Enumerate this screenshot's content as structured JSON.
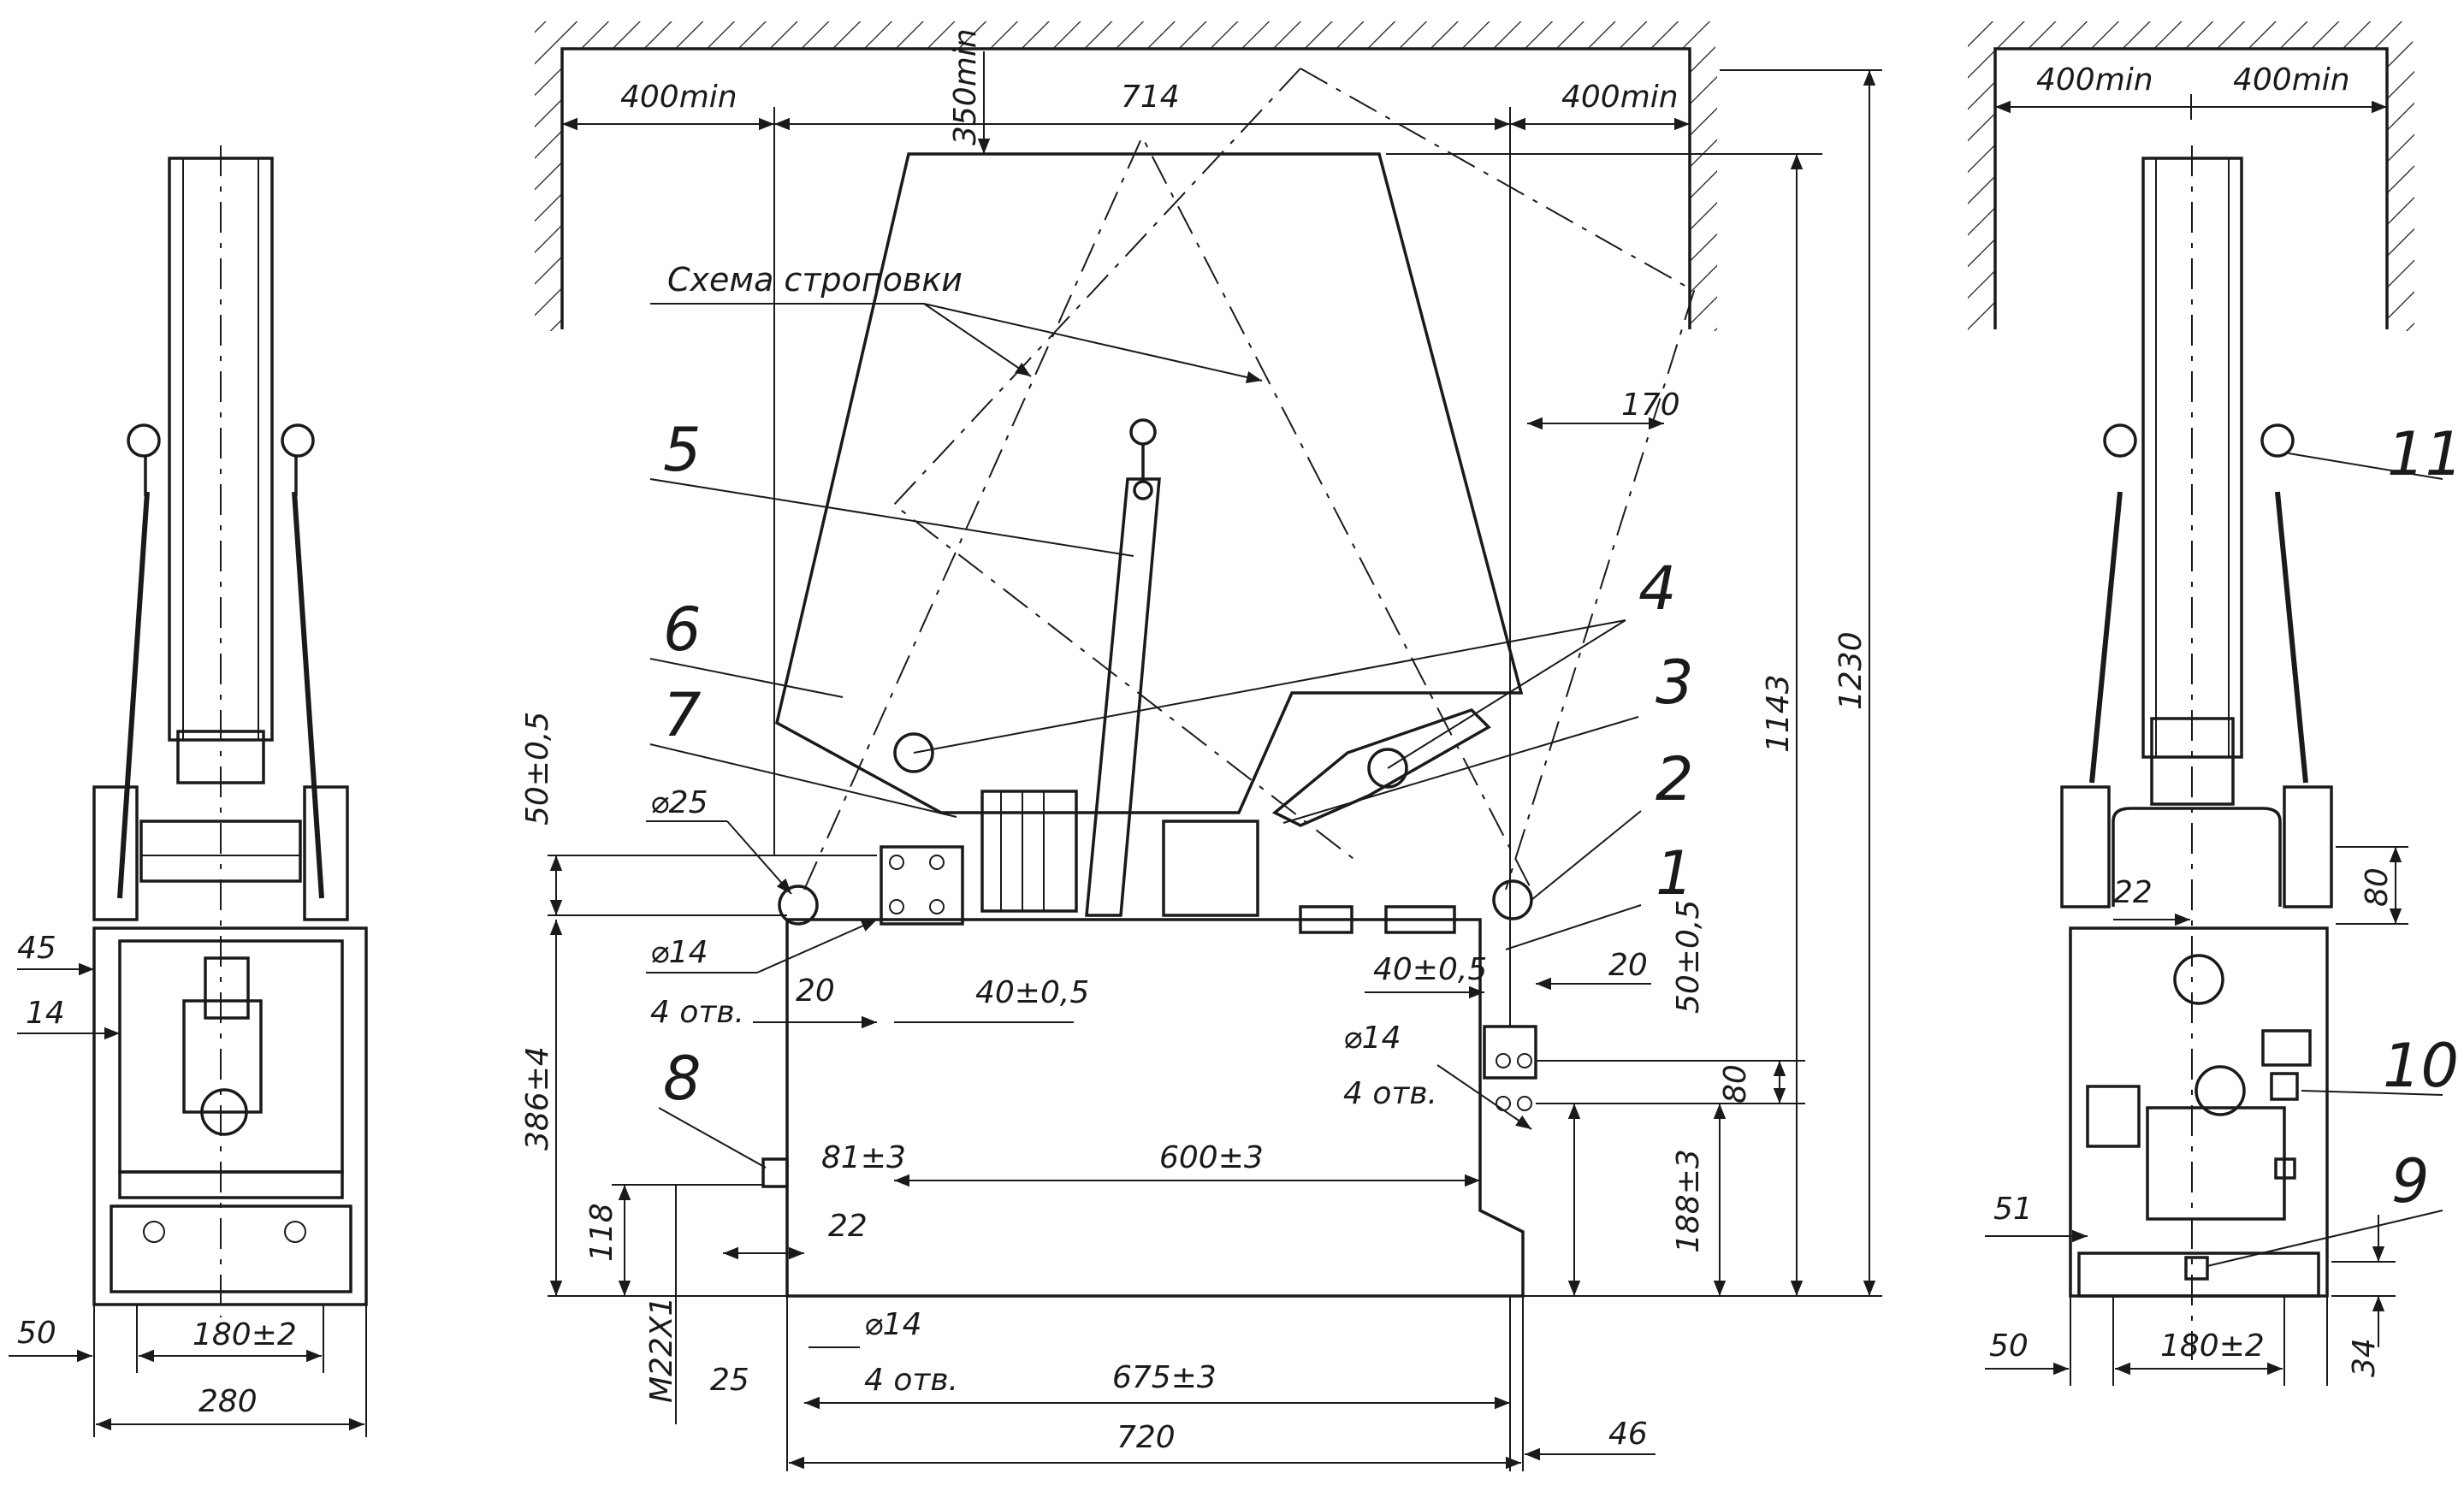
{
  "views": {
    "left": {
      "dims": {
        "d45": "45",
        "d14": "14",
        "d50": "50",
        "d180": "180±2",
        "d280": "280"
      }
    },
    "front": {
      "ceiling": {
        "left_clear": "400min",
        "span": "714",
        "right_clear": "400min",
        "top_gap": "350min"
      },
      "sling_label": "Схема строповки",
      "dims": {
        "d170": "170",
        "d1143": "1143",
        "d1230": "1230",
        "d50a": "50±0,5",
        "d25": "⌀25",
        "d14a": "⌀14",
        "holes_a": "4 отв.",
        "d20a": "20",
        "d40a": "40±0,5",
        "d40b": "40±0,5",
        "d20b": "20",
        "d50b": "50±0,5",
        "d14b": "⌀14",
        "holes_b": "4 отв.",
        "d80": "80",
        "d386": "386±4",
        "d81": "81±3",
        "d600": "600±3",
        "d188": "188±3",
        "d118": "118",
        "d22": "22",
        "m22": "M22X1",
        "d14c": "⌀14",
        "holes_c": "4 отв.",
        "d25b": "25",
        "d675": "675±3",
        "d720": "720",
        "d46": "46"
      }
    },
    "right": {
      "ceiling": {
        "left_clear": "400min",
        "right_clear": "400min"
      },
      "dims": {
        "d22": "22",
        "d80": "80",
        "d51": "51",
        "d50": "50",
        "d180": "180±2",
        "d34": "34"
      }
    }
  },
  "callouts": [
    "1",
    "2",
    "3",
    "4",
    "5",
    "6",
    "7",
    "8",
    "9",
    "10",
    "11"
  ]
}
